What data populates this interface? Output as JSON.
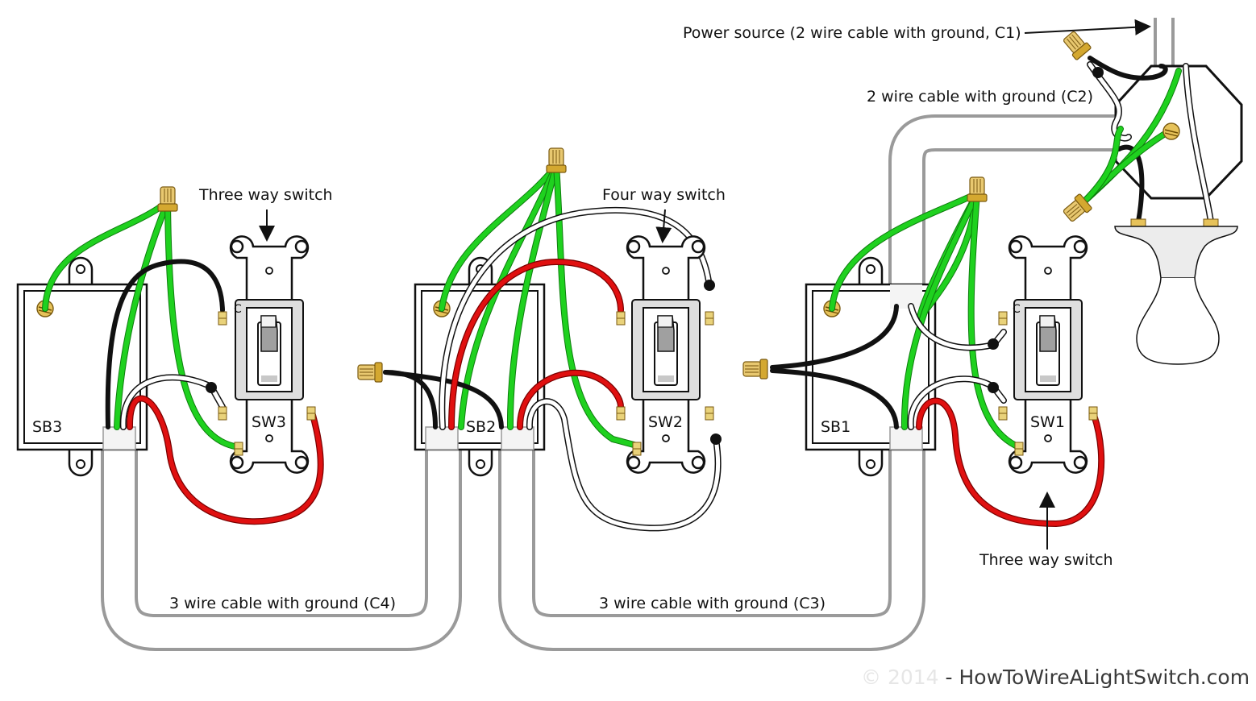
{
  "diagram": {
    "title": "Four way switch wiring diagram with three way switches",
    "labels": {
      "power_source": "Power source (2 wire cable with ground, C1)",
      "cable_c2": "2 wire cable with ground (C2)",
      "three_way_left": "Three way switch",
      "four_way": "Four way switch",
      "three_way_right": "Three way switch",
      "cable_c4": "3 wire cable with ground (C4)",
      "cable_c3": "3 wire cable with ground (C3)"
    },
    "switch_boxes": [
      {
        "id": "SB3",
        "label": "SB3"
      },
      {
        "id": "SB2",
        "label": "SB2"
      },
      {
        "id": "SB1",
        "label": "SB1"
      }
    ],
    "switches": [
      {
        "id": "SW3",
        "label": "SW3",
        "type": "three-way",
        "common_terminal": "C"
      },
      {
        "id": "SW2",
        "label": "SW2",
        "type": "four-way"
      },
      {
        "id": "SW1",
        "label": "SW1",
        "type": "three-way",
        "common_terminal": "C"
      }
    ],
    "fixture": {
      "name": "light-bulb"
    },
    "wire_colors": {
      "ground": "#1fd11f",
      "hot": "#111111",
      "neutral": "#ffffff",
      "traveler": "#e01010",
      "cable_sheath": "#9a9a9a",
      "brass": "#d4b24a"
    },
    "footer": {
      "copyright": "© 2014",
      "site": " - HowToWireALightSwitch.com"
    }
  }
}
